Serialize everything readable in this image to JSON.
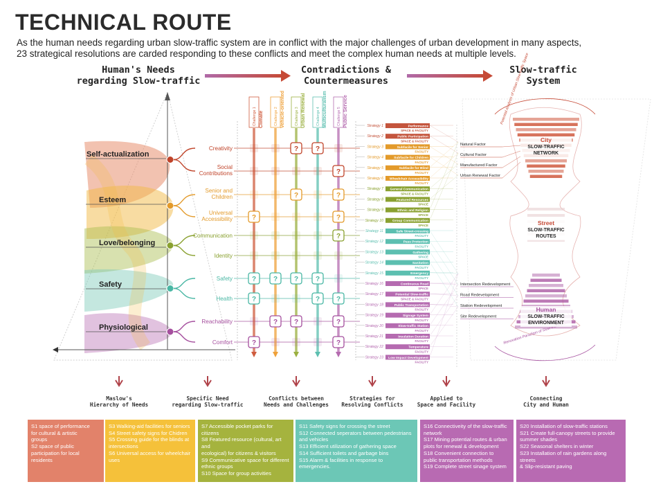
{
  "header": {
    "title": "TECHNICAL ROUTE",
    "intro_line1": "As the human needs regarding urban slow-traffic system are in conflict with the major challenges of urban development in many aspects,",
    "intro_line2": "23 strategical resolutions are carded responding to these conflicts and meet the complex human needs at multiple levels."
  },
  "sections": {
    "needs_l1": "Human's Needs",
    "needs_l2": "regarding Slow-traffic",
    "contra_l1": "Contradictions &",
    "contra_l2": "Countermeasures",
    "system_l1": "Slow-traffic",
    "system_l2": "System"
  },
  "maslow": [
    {
      "label": "Self-actualization",
      "color": "#c0442a",
      "needs": [
        "Creativity",
        "Social Contributions"
      ]
    },
    {
      "label": "Esteem",
      "color": "#e39a2a",
      "needs": [
        "Senior and Children",
        "Universal Accessibility"
      ]
    },
    {
      "label": "Love/belonging",
      "color": "#8aa130",
      "needs": [
        "Communication",
        "Identity"
      ]
    },
    {
      "label": "Safety",
      "color": "#49b7a4",
      "needs": [
        "Safety",
        "Health"
      ]
    },
    {
      "label": "Physiological",
      "color": "#a54f9e",
      "needs": [
        "Reachability",
        "Comfort"
      ]
    }
  ],
  "challenges": [
    {
      "tag": "Challenge 1",
      "name": "Climate",
      "color": "#cf5b3d"
    },
    {
      "tag": "Challenge 2",
      "name": "Vehicle-oriented",
      "color": "#efa13a"
    },
    {
      "tag": "Challenge 3",
      "name": "Urban Renewal",
      "color": "#9bb040"
    },
    {
      "tag": "Challenge 4",
      "name": "Multiculturalism",
      "color": "#5cbfb0"
    },
    {
      "tag": "Challenge 5",
      "name": "Public Service",
      "color": "#b56bb0"
    }
  ],
  "strategies": [
    {
      "num": "Strategy 1",
      "name": "Performance",
      "cat": "SPACE & FACILITY"
    },
    {
      "num": "Strategy 2",
      "name": "Public Participation",
      "cat": "SPACE & FACILITY"
    },
    {
      "num": "Strategy 3",
      "name": "Subfacile for Senior",
      "cat": "FACILITY"
    },
    {
      "num": "Strategy 4",
      "name": "Subfacile for Children",
      "cat": "FACILITY"
    },
    {
      "num": "Strategy 5",
      "name": "Subfacile for Blind",
      "cat": "FACILITY"
    },
    {
      "num": "Strategy 6",
      "name": "Wheelchair Accessibility",
      "cat": "FACILITY"
    },
    {
      "num": "Strategy 7",
      "name": "General Communication",
      "cat": "SPACE & FACILITY"
    },
    {
      "num": "Strategy 8",
      "name": "Featured Resources",
      "cat": "SPACE"
    },
    {
      "num": "Strategy 9",
      "name": "Ethnic and Religion",
      "cat": "SPACE"
    },
    {
      "num": "Strategy 10",
      "name": "Group Communication",
      "cat": "SPACE"
    },
    {
      "num": "Strategy 11",
      "name": "Safe Street-crossing",
      "cat": "FACILITY"
    },
    {
      "num": "Strategy 12",
      "name": "Pass Protection",
      "cat": "FACILITY"
    },
    {
      "num": "Strategy 13",
      "name": "Gathering",
      "cat": "SPACE"
    },
    {
      "num": "Strategy 14",
      "name": "Sanitation",
      "cat": "FACILITY"
    },
    {
      "num": "Strategy 15",
      "name": "Emergency",
      "cat": "FACILITY"
    },
    {
      "num": "Strategy 16",
      "name": "Continuous Road",
      "cat": "SPACE"
    },
    {
      "num": "Strategy 17",
      "name": "Potential Slow-traffic",
      "cat": "SPACE & FACILITY"
    },
    {
      "num": "Strategy 18",
      "name": "Public Transportation",
      "cat": "FACILITY"
    },
    {
      "num": "Strategy 19",
      "name": "Signage System",
      "cat": "FACILITY"
    },
    {
      "num": "Strategy 20",
      "name": "Slow-traffic Station",
      "cat": "FACILITY"
    },
    {
      "num": "Strategy 21",
      "name": "Insulation Duration",
      "cat": "FACILITY"
    },
    {
      "num": "Strategy 22",
      "name": "Temperature",
      "cat": "FACILITY"
    },
    {
      "num": "Strategy 23",
      "name": "Low Impact Development",
      "cat": "FACILITY"
    }
  ],
  "system": {
    "arc_top": "Potential Analysis of Urban Slow-traffic Space",
    "arc_bottom": "Renovation Paradigm of Slow-traffic Facility",
    "factors": [
      "Natural Factor",
      "Cultural Factor",
      "Manufactured Factor",
      "Urban Renewal Factor"
    ],
    "redevelopments": [
      "Intersection Redevelopment",
      "Road Redevelopment",
      "Station Redevelopment",
      "Site Redevelopment"
    ],
    "levels": [
      {
        "tag": "City",
        "l1": "SLOW-TRAFFIC",
        "l2": "NETWORK"
      },
      {
        "tag": "Street",
        "l1": "SLOW-TRAFFIC",
        "l2": "ROUTES"
      },
      {
        "tag": "Human",
        "l1": "SLOW-TRAFFIC",
        "l2": "ENVIRONMENT"
      }
    ]
  },
  "flow": [
    {
      "l1": "Maslow's",
      "l2": "Hierarchy of Needs"
    },
    {
      "l1": "Specific Need",
      "l2": "regarding Slow-traffic"
    },
    {
      "l1": "Conflicts between",
      "l2": "Needs and Challenges"
    },
    {
      "l1": "Strategies for",
      "l2": "Resolving Conflicts"
    },
    {
      "l1": "Applied to",
      "l2": "Space and Facility"
    },
    {
      "l1": "Connecting",
      "l2": "City and Human"
    }
  ],
  "bottom_boxes": [
    {
      "color": "#e2826a",
      "lines": [
        "S1 space of performance",
        "for cultural & artistic",
        "groups",
        "S2 space of public",
        "participation for local",
        "residents"
      ]
    },
    {
      "color": "#f5c13a",
      "lines": [
        "S3 Walking-aid facilities for seniors",
        "S4 Street safety signs for Chidren",
        "S5 Crossing guide for the blinds at",
        "intersections",
        "S6 Universal access for wheelchair",
        "uses"
      ]
    },
    {
      "color": "#a5b33e",
      "lines": [
        "S7 Accessible pocket parks for citizens",
        "S8 Featured resource (cultural, art and",
        "ecological) for citizens & visitors",
        "S9 Communicative space for different",
        "ethnic groups",
        "S10 Space for group activities"
      ]
    },
    {
      "color": "#6cc7b6",
      "lines": [
        "S11 Safety signs for crossing the street",
        "S12 Connected seperators between pedestrians",
        "and vehicles",
        "S13 Efficient utilization of gathering space",
        "S14 Sufficient toilets and garbage bins",
        "S15 Alarm & facilities in response to emergencies."
      ]
    },
    {
      "color": "#b86ab2",
      "lines": [
        "S16 Connectiveity of the slow-traffic",
        "network",
        "S17 Mining potential routes & urban",
        "plots for renewal & development",
        "S18 Convenient connection to",
        "public transportation methods",
        "S19 Complete street sinage system"
      ]
    },
    {
      "color": "#b86ab2",
      "lines": [
        "S20 Installation of slow-traffic stations",
        "S21 Create full-canopy streets to provide",
        "summer shades",
        "S22 Seasonal shelters in winter",
        "S23 Installation of rain gardens along streets",
        "& Slip-resistant paving"
      ]
    }
  ]
}
